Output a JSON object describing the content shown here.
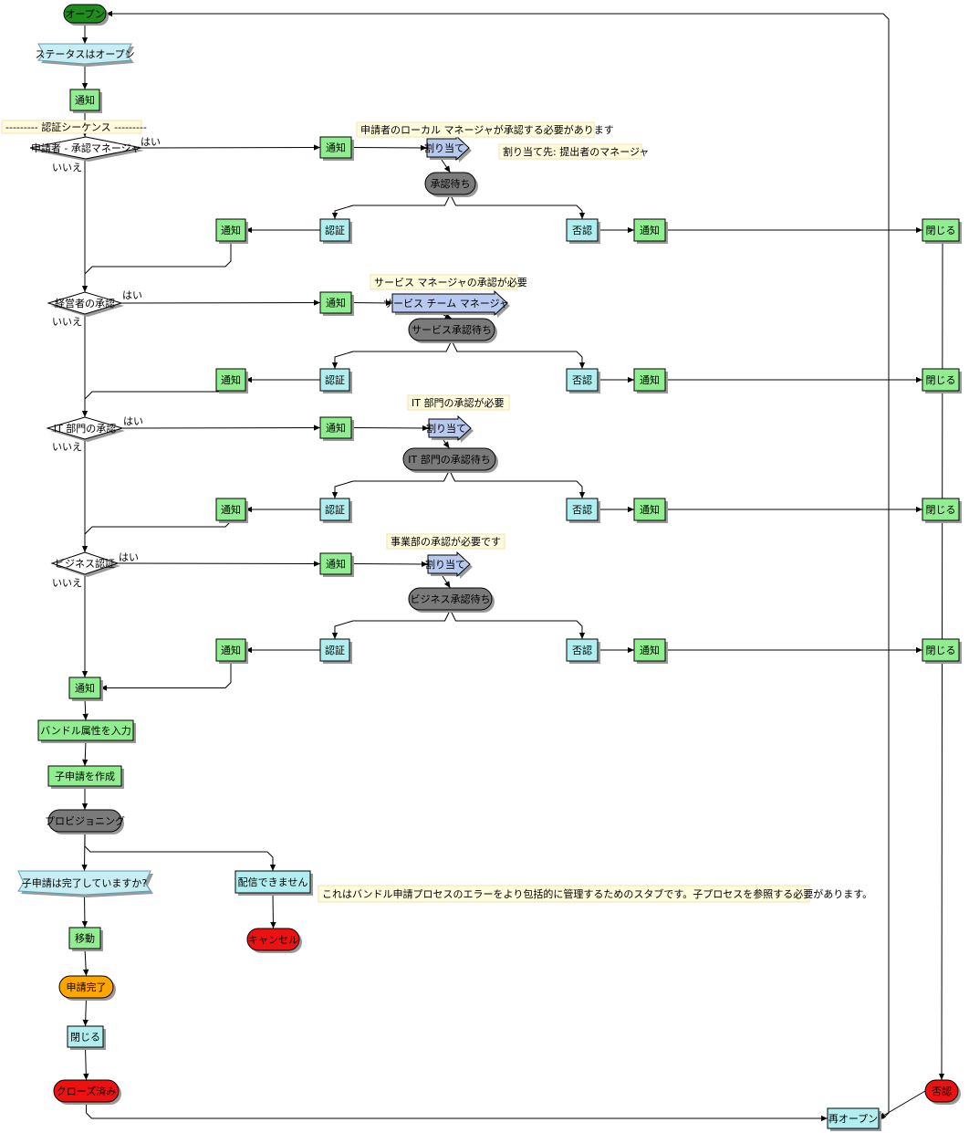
{
  "colors": {
    "notify": "#90EE90",
    "action": "#B0EEF0",
    "state_open": "#1E8C1E",
    "state_wait": "#7A7A7A",
    "state_red": "#EE1111",
    "state_orange": "#FFA500",
    "note": "#FFFBDD",
    "assign": "#B7C9EE",
    "diamond": "#FFFFFF",
    "banner": "#C8EEF4"
  },
  "nodes": [
    {
      "id": "open",
      "kind": "state_open",
      "label": "オープン"
    },
    {
      "id": "status_open",
      "kind": "banner",
      "label": "ステータスはオープン"
    },
    {
      "id": "notify_1",
      "kind": "notify",
      "label": "通知"
    },
    {
      "id": "note_sequence",
      "kind": "note",
      "label": "--------- 認証シーケンス ---------"
    },
    {
      "id": "dec_requester",
      "kind": "diamond",
      "label": "申請者 - 承認マネージャ"
    },
    {
      "id": "notify_r",
      "kind": "notify",
      "label": "通知"
    },
    {
      "id": "assign_r",
      "kind": "assign",
      "label": "割り当て"
    },
    {
      "id": "note_r1",
      "kind": "note",
      "label": "申請者のローカル マネージャが承認する必要があります"
    },
    {
      "id": "note_r2",
      "kind": "note",
      "label": "割り当て先: 提出者のマネージャ"
    },
    {
      "id": "wait_r",
      "kind": "state_wait",
      "label": "承認待ち"
    },
    {
      "id": "approve_r",
      "kind": "action",
      "label": "認証"
    },
    {
      "id": "reject_r",
      "kind": "action",
      "label": "否認"
    },
    {
      "id": "notify_ra",
      "kind": "notify",
      "label": "通知"
    },
    {
      "id": "notify_rr",
      "kind": "notify",
      "label": "通知"
    },
    {
      "id": "close_r",
      "kind": "notify",
      "label": "閉じる"
    },
    {
      "id": "dec_manager",
      "kind": "diamond",
      "label": "経営者の承認"
    },
    {
      "id": "notify_s",
      "kind": "notify",
      "label": "通知"
    },
    {
      "id": "assign_s",
      "kind": "assign",
      "label": "サービス チーム マネージャ"
    },
    {
      "id": "note_s",
      "kind": "note",
      "label": "サービス マネージャの承認が必要"
    },
    {
      "id": "wait_s",
      "kind": "state_wait",
      "label": "サービス承認待ち"
    },
    {
      "id": "approve_s",
      "kind": "action",
      "label": "認証"
    },
    {
      "id": "reject_s",
      "kind": "action",
      "label": "否認"
    },
    {
      "id": "notify_sa",
      "kind": "notify",
      "label": "通知"
    },
    {
      "id": "notify_sr",
      "kind": "notify",
      "label": "通知"
    },
    {
      "id": "close_s",
      "kind": "notify",
      "label": "閉じる"
    },
    {
      "id": "dec_it",
      "kind": "diamond",
      "label": "IT 部門の承認"
    },
    {
      "id": "notify_i",
      "kind": "notify",
      "label": "通知"
    },
    {
      "id": "assign_i",
      "kind": "assign",
      "label": "割り当て"
    },
    {
      "id": "note_i",
      "kind": "note",
      "label": "IT 部門の承認が必要"
    },
    {
      "id": "wait_i",
      "kind": "state_wait",
      "label": "IT 部門の承認待ち"
    },
    {
      "id": "approve_i",
      "kind": "action",
      "label": "認証"
    },
    {
      "id": "reject_i",
      "kind": "action",
      "label": "否認"
    },
    {
      "id": "notify_ia",
      "kind": "notify",
      "label": "通知"
    },
    {
      "id": "notify_ir",
      "kind": "notify",
      "label": "通知"
    },
    {
      "id": "close_i",
      "kind": "notify",
      "label": "閉じる"
    },
    {
      "id": "dec_business",
      "kind": "diamond",
      "label": "ビジネス認証"
    },
    {
      "id": "notify_b",
      "kind": "notify",
      "label": "通知"
    },
    {
      "id": "assign_b",
      "kind": "assign",
      "label": "割り当て"
    },
    {
      "id": "note_b",
      "kind": "note",
      "label": "事業部の承認が必要です"
    },
    {
      "id": "wait_b",
      "kind": "state_wait",
      "label": "ビジネス承認待ち"
    },
    {
      "id": "approve_b",
      "kind": "action",
      "label": "認証"
    },
    {
      "id": "reject_b",
      "kind": "action",
      "label": "否認"
    },
    {
      "id": "notify_ba",
      "kind": "notify",
      "label": "通知"
    },
    {
      "id": "notify_br",
      "kind": "notify",
      "label": "通知"
    },
    {
      "id": "close_b",
      "kind": "notify",
      "label": "閉じる"
    },
    {
      "id": "notify_final",
      "kind": "notify",
      "label": "通知"
    },
    {
      "id": "bundle_attr",
      "kind": "notify",
      "label": "バンドル属性を入力"
    },
    {
      "id": "child_req",
      "kind": "notify",
      "label": "子申請を作成"
    },
    {
      "id": "provisioning",
      "kind": "state_wait",
      "label": "プロビジョニング"
    },
    {
      "id": "dec_child",
      "kind": "banner",
      "label": "子申請は完了していますか?"
    },
    {
      "id": "move",
      "kind": "notify",
      "label": "移動"
    },
    {
      "id": "req_complete",
      "kind": "state_orange",
      "label": "申請完了"
    },
    {
      "id": "close_main",
      "kind": "action",
      "label": "閉じる"
    },
    {
      "id": "closed",
      "kind": "state_red",
      "label": "クローズ済み"
    },
    {
      "id": "undeliverable",
      "kind": "action",
      "label": "配信できません"
    },
    {
      "id": "note_stub",
      "kind": "note",
      "label": "これはバンドル申請プロセスのエラーをより包括的に管理するためのスタブです。子プロセスを参照する必要があります。"
    },
    {
      "id": "cancel",
      "kind": "state_red",
      "label": "キャンセル"
    },
    {
      "id": "reopen",
      "kind": "action",
      "label": "再オープン"
    },
    {
      "id": "rejected_end",
      "kind": "state_red",
      "label": "否認"
    }
  ],
  "edge_labels": {
    "yes_r": "はい",
    "no_r": "いいえ",
    "yes_s": "はい",
    "no_s": "いいえ",
    "yes_i": "はい",
    "no_i": "いいえ",
    "yes_b": "はい",
    "no_b": "いいえ"
  }
}
